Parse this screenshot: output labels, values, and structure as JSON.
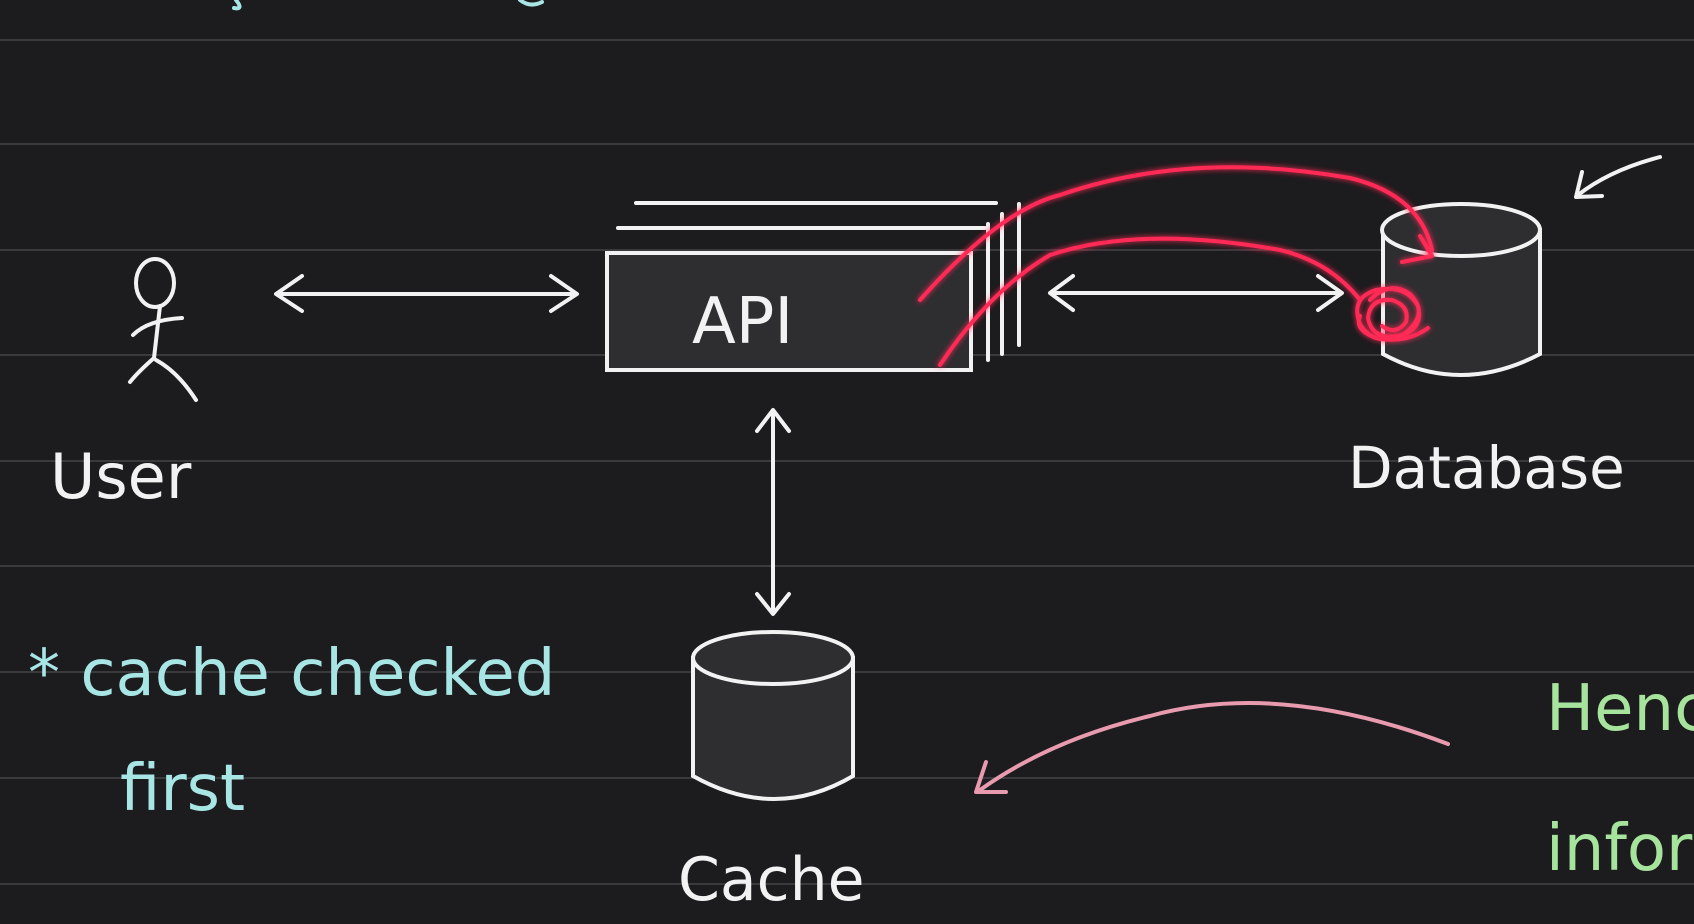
{
  "colors": {
    "background": "#1c1b1d",
    "rule_lines": "#3a393c",
    "ink": "#f2f2f2",
    "node_fill": "#2e2d30",
    "note_text": "#a8e6e6",
    "scribble": "#ff2a55",
    "arrow_pink": "#e89aae",
    "note_green": "#a6e39c"
  },
  "nodes": {
    "user": {
      "label": "User",
      "icon": "stick-figure-icon"
    },
    "api": {
      "label": "API"
    },
    "database": {
      "label": "Database",
      "icon": "cylinder-icon"
    },
    "cache": {
      "label": "Cache",
      "icon": "cylinder-icon"
    }
  },
  "notes": {
    "cache_note_line1": "* cache checked",
    "cache_note_line2": "first",
    "right_note_line1": "Henc",
    "right_note_line2": "inform"
  },
  "edges": [
    {
      "from": "user",
      "to": "api",
      "style": "bidirectional-arrow"
    },
    {
      "from": "api",
      "to": "database",
      "style": "bidirectional-arrow"
    },
    {
      "from": "api",
      "to": "cache",
      "style": "bidirectional-arrow"
    }
  ]
}
